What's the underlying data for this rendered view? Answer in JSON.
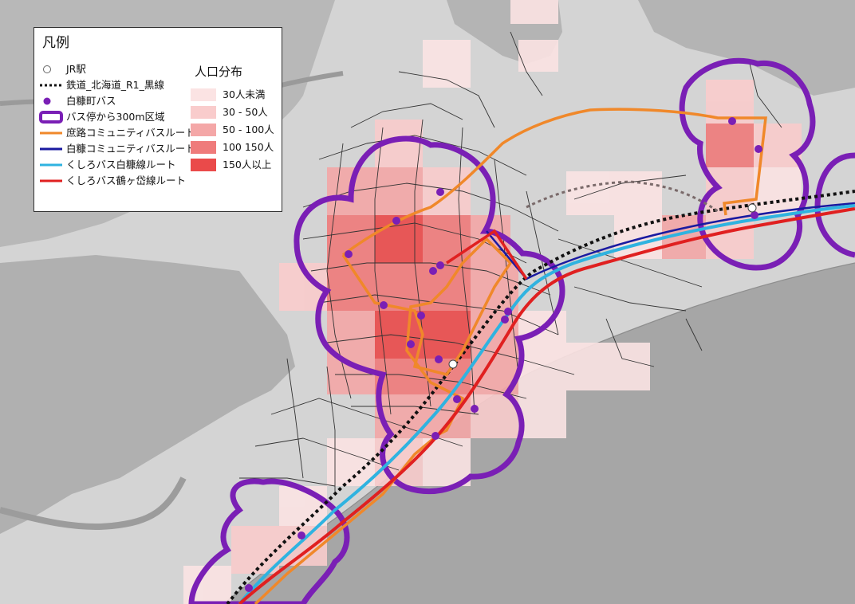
{
  "legend": {
    "title": "凡例",
    "items": [
      {
        "label": "JR駅",
        "icon": "station-circle-icon"
      },
      {
        "label": "鉄道_北海道_R1_黒線",
        "icon": "railway-dotted-line-icon"
      },
      {
        "label": "白糠町バス",
        "icon": "bus-stop-dot-icon"
      },
      {
        "label": "バス停から300m区域",
        "icon": "buffer-zone-icon"
      },
      {
        "label": "庶路コミュニティバスルート",
        "icon": "route-line-icon"
      },
      {
        "label": "白糠コミュニティバスルート",
        "icon": "route-line-icon"
      },
      {
        "label": "くしろバス白糠線ルート",
        "icon": "route-line-icon"
      },
      {
        "label": "くしろバス鶴ヶ岱線ルート",
        "icon": "route-line-icon"
      }
    ],
    "population_title": "人口分布",
    "population_classes": [
      {
        "label": "30人未満",
        "color": "#fbe3e3"
      },
      {
        "label": "30 - 50人",
        "color": "#f9cccc"
      },
      {
        "label": "50 - 100人",
        "color": "#f4a7a7"
      },
      {
        "label": "100  150人",
        "color": "#ef7b7b"
      },
      {
        "label": "150人以上",
        "color": "#ea4a4a"
      }
    ]
  },
  "colors": {
    "sea": "#a6a6a6",
    "land": "#d6d6d6",
    "vegetation": "#bcbcbc",
    "buffer": "#7a1fb5",
    "bus_stop": "#7a1fb5",
    "shoro_route": "#f0882a",
    "shiranuka_route": "#1a1aa0",
    "kushiro_shiranuka_route": "#2fb3e0",
    "kushiro_tsurugadai_route": "#e02020",
    "railway": "#111111"
  }
}
